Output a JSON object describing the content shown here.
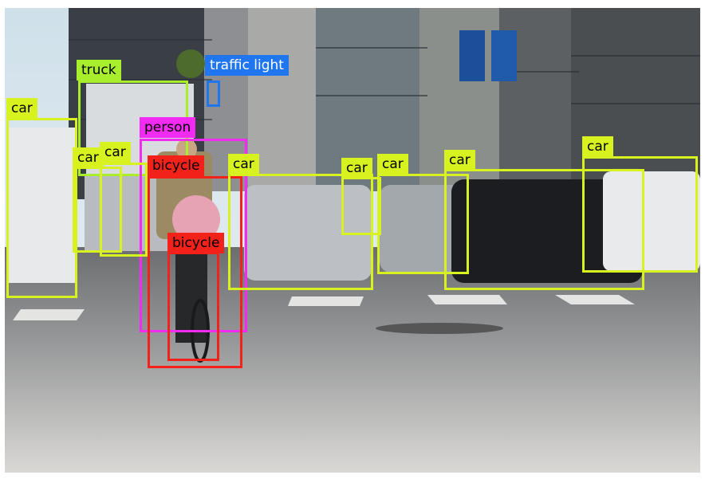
{
  "classes": {
    "car": {
      "color": "#d7f21e",
      "text_color": "#000000"
    },
    "truck": {
      "color": "#a8ee2c",
      "text_color": "#000000"
    },
    "person": {
      "color": "#f22bf2",
      "text_color": "#000000"
    },
    "bicycle": {
      "color": "#f2221b",
      "text_color": "#000000"
    },
    "traffic light": {
      "color": "#1f76ee",
      "text_color": "#ffffff"
    }
  },
  "detections": [
    {
      "label": "truck",
      "class": "truck"
    },
    {
      "label": "traffic light",
      "class": "traffic light"
    },
    {
      "label": "car",
      "class": "car"
    },
    {
      "label": "person",
      "class": "person"
    },
    {
      "label": "car",
      "class": "car"
    },
    {
      "label": "car",
      "class": "car"
    },
    {
      "label": "bicycle",
      "class": "bicycle"
    },
    {
      "label": "car",
      "class": "car"
    },
    {
      "label": "car",
      "class": "car"
    },
    {
      "label": "car",
      "class": "car"
    },
    {
      "label": "car",
      "class": "car"
    },
    {
      "label": "car",
      "class": "car"
    },
    {
      "label": "bicycle",
      "class": "bicycle"
    }
  ]
}
